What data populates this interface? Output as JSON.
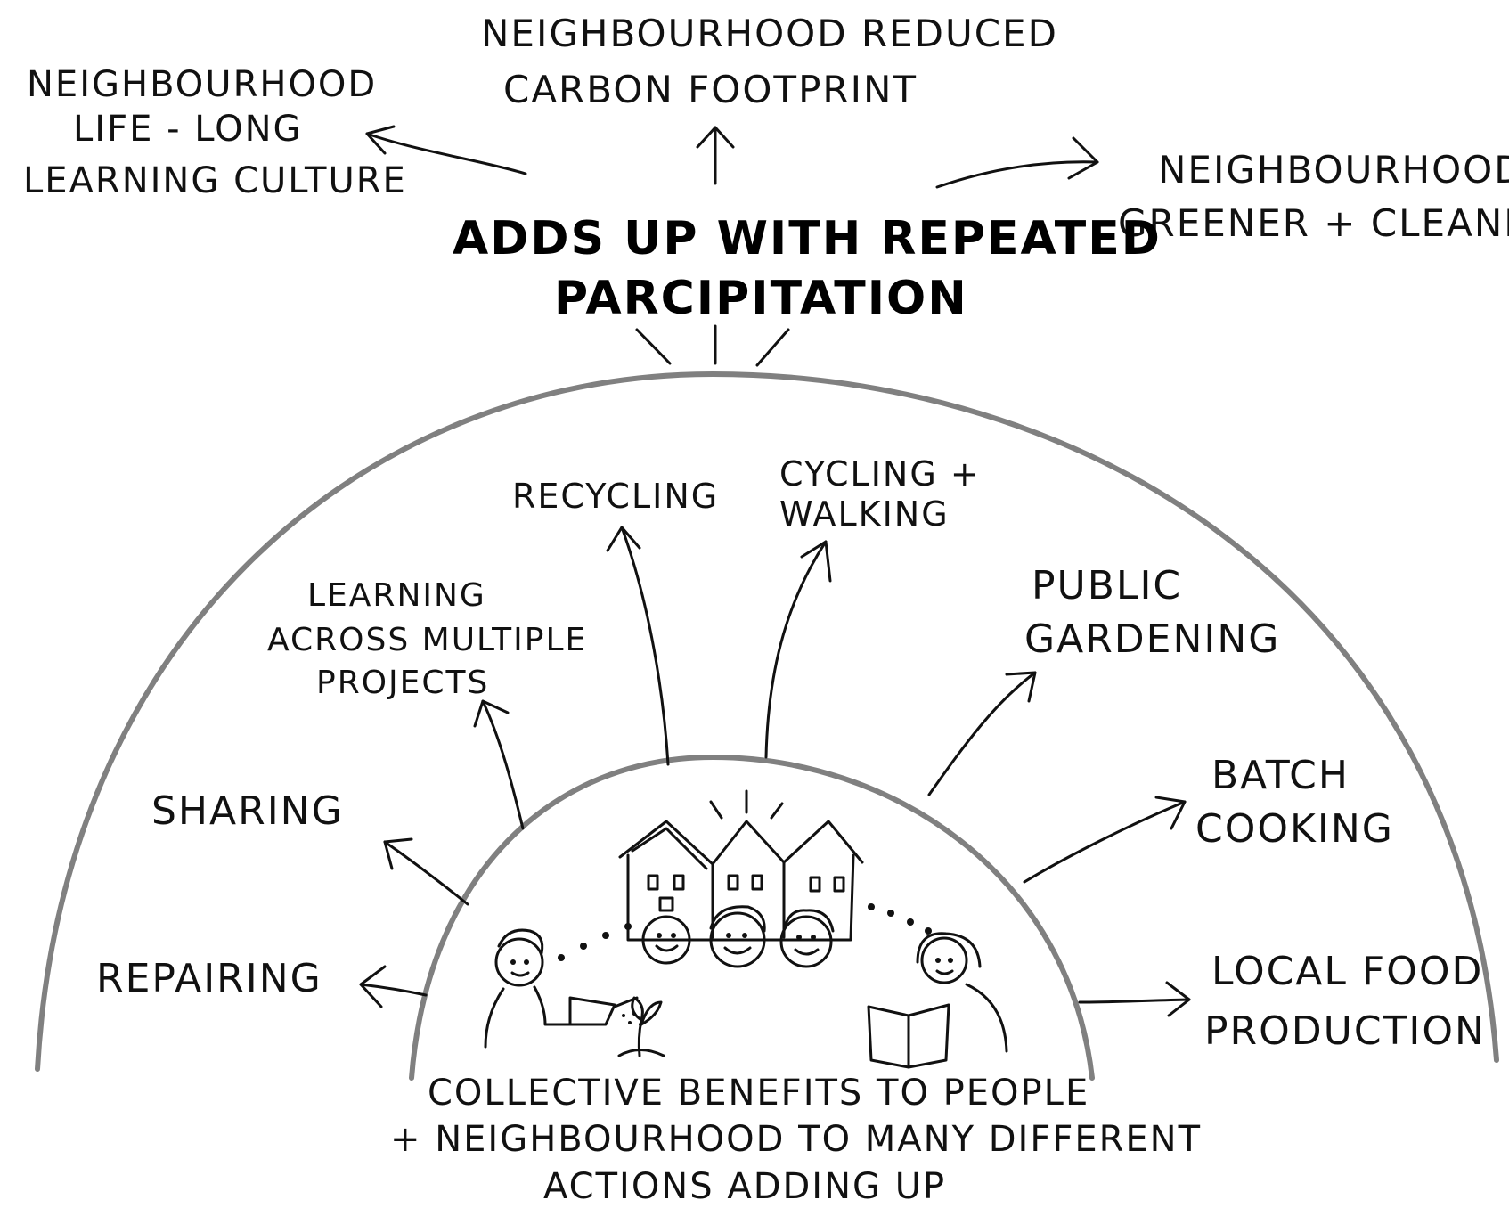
{
  "top_outcomes": {
    "left": [
      "NEIGHBOURHOOD",
      "LIFE - LONG",
      "LEARNING CULTURE"
    ],
    "center": [
      "NEIGHBOURHOOD REDUCED",
      "CARBON  FOOTPRINT"
    ],
    "right": [
      "NEIGHBOURHOOD",
      "GREENER + CLEANER"
    ]
  },
  "headline": [
    "ADDS UP WITH REPEATED",
    "PARCIPITATION"
  ],
  "actions": {
    "recycling": [
      "RECYCLING"
    ],
    "cycling_walking": [
      "CYCLING +",
      "WALKING"
    ],
    "learning": [
      "LEARNING",
      "ACROSS MULTIPLE",
      "PROJECTS"
    ],
    "public_gardening": [
      "PUBLIC",
      "GARDENING"
    ],
    "sharing": [
      "SHARING"
    ],
    "batch_cooking": [
      "BATCH",
      "COOKING"
    ],
    "repairing": [
      "REPAIRING"
    ],
    "local_food": [
      "LOCAL  FOOD",
      "PRODUCTION"
    ]
  },
  "caption": [
    "COLLECTIVE  BENEFITS TO PEOPLE",
    "+ NEIGHBOURHOOD TO MANY DIFFERENT",
    "ACTIONS ADDING UP"
  ],
  "colors": {
    "ink": "#111111",
    "dome": "#808080",
    "background": "#ffffff"
  }
}
